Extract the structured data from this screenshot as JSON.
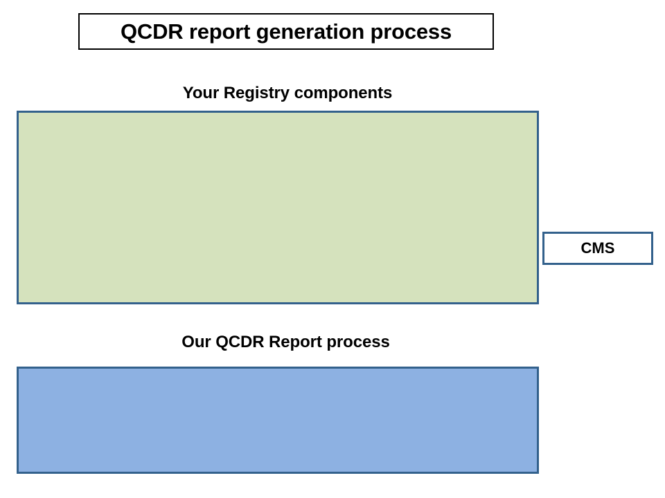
{
  "slide": {
    "title": "QCDR report generation process",
    "background_color": "#FFFFFF"
  },
  "sections": [
    {
      "label": "Your Registry components",
      "fill_color": "#D5E2BD",
      "border_color": "#33618C"
    },
    {
      "label": "Our QCDR Report process",
      "fill_color": "#8DB1E2",
      "border_color": "#33618C"
    }
  ],
  "nodes": [
    {
      "label": "CMS",
      "fill_color": "#FFFFFF",
      "border_color": "#33618C"
    }
  ]
}
